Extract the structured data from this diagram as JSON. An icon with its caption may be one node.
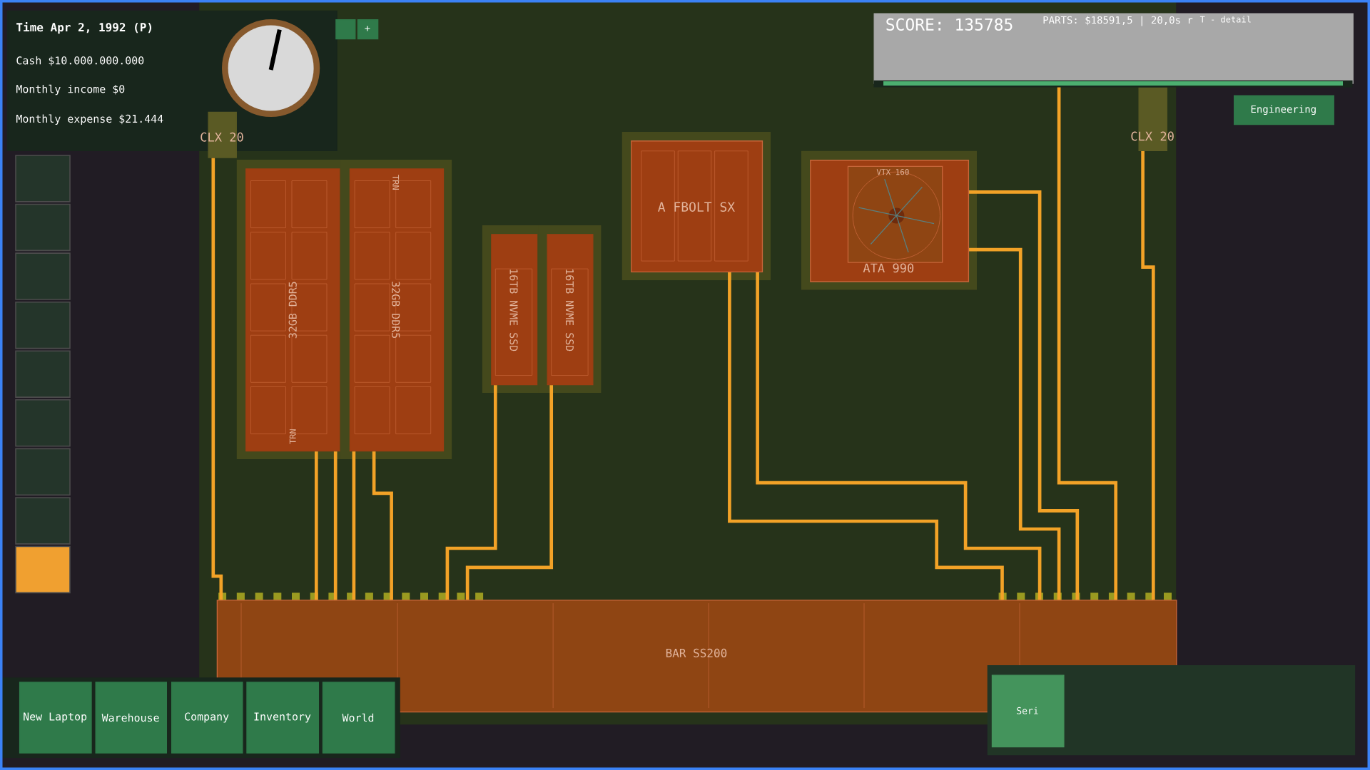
{
  "diagram": {
    "nodes": [
      {
        "text": [
          "Time Apr 2, 1992 (P)",
          "Cash $10.000.000.000",
          "Monthly income $0",
          "Monthly expense $21.444"
        ]
      },
      {
        "text": [],
        "shape": "box"
      },
      {
        "text": [
          "+"
        ]
      },
      {
        "text": [
          "SCORE: 135785",
          "PARTS: $18591,5 | 20,0s r",
          "T - detail"
        ]
      },
      {
        "text": [
          "Engineering"
        ]
      },
      {
        "text": [
          "CLX 20"
        ]
      },
      {
        "text": [
          "32GB DDR5",
          "TRN"
        ]
      },
      {
        "text": [
          "32GB DDR5",
          "TRN"
        ]
      },
      {
        "text": [
          "16TB NVME SSD"
        ]
      },
      {
        "text": [
          "16TB NVME SSD"
        ]
      },
      {
        "text": [
          "A FBOLT SX"
        ]
      },
      {
        "text": [
          "ATA 990"
        ]
      },
      {
        "text": [
          "VTX 160"
        ],
        "in": 11
      },
      {
        "text": [
          "CLX 20"
        ]
      },
      {
        "text": [
          "BAR SS200"
        ]
      },
      {
        "text": [
          "New Laptop"
        ]
      },
      {
        "text": [
          "Warehouse"
        ]
      },
      {
        "text": [
          "Company"
        ]
      },
      {
        "text": [
          "Inventory"
        ]
      },
      {
        "text": [
          "World"
        ]
      },
      {
        "text": [
          "Seri"
        ]
      }
    ],
    "edges": [
      {
        "from": 5,
        "to": 14,
        "arrow": "none"
      },
      {
        "from": 6,
        "to": 14,
        "arrow": "none"
      },
      {
        "from": 6,
        "to": 14,
        "arrow": "none"
      },
      {
        "from": 7,
        "to": 14,
        "arrow": "none"
      },
      {
        "from": 7,
        "to": 14,
        "arrow": "none"
      },
      {
        "from": 8,
        "to": 14,
        "arrow": "none"
      },
      {
        "from": 9,
        "to": 14,
        "arrow": "none"
      },
      {
        "from": 10,
        "to": 14,
        "arrow": "none"
      },
      {
        "from": 10,
        "to": 14,
        "arrow": "none"
      },
      {
        "from": 11,
        "to": 14,
        "arrow": "none"
      },
      {
        "from": 11,
        "to": 14,
        "arrow": "none"
      },
      {
        "from": 3,
        "to": 14,
        "arrow": "none"
      },
      {
        "from": 13,
        "to": 14,
        "arrow": "none"
      }
    ]
  }
}
